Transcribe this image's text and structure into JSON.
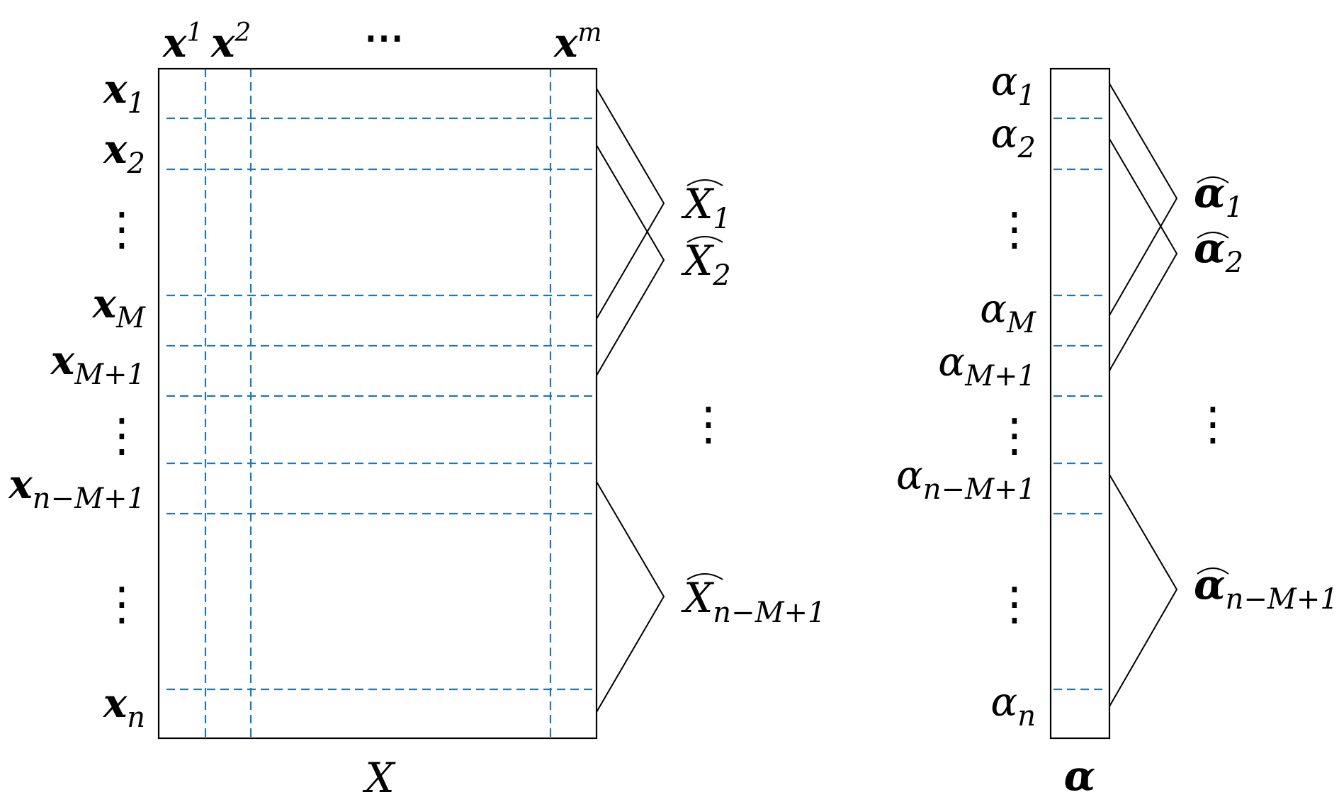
{
  "matrix": {
    "caption": "X",
    "row_symbol": "x",
    "col_labels": [
      {
        "base": "x",
        "sup": "1"
      },
      {
        "base": "x",
        "sup": "2"
      },
      {
        "base": "⋯",
        "sup": ""
      },
      {
        "base": "x",
        "sup": "m"
      }
    ],
    "row_labels": [
      {
        "sub": "1"
      },
      {
        "sub": "2"
      },
      {
        "vdots": "⋮"
      },
      {
        "sub": "M"
      },
      {
        "sub": "M+1"
      },
      {
        "vdots": "⋮"
      },
      {
        "sub": "n−M+1"
      },
      {
        "vdots": "⋮"
      },
      {
        "sub": "n"
      }
    ],
    "windows": [
      {
        "base": "X",
        "sub": "1"
      },
      {
        "base": "X",
        "sub": "2"
      },
      {
        "vdots": "⋮"
      },
      {
        "base": "X",
        "sub": "n−M+1"
      }
    ]
  },
  "vector": {
    "caption": "α",
    "row_symbol": "α",
    "row_labels": [
      {
        "sub": "1"
      },
      {
        "sub": "2"
      },
      {
        "vdots": "⋮"
      },
      {
        "sub": "M"
      },
      {
        "sub": "M+1"
      },
      {
        "vdots": "⋮"
      },
      {
        "sub": "n−M+1"
      },
      {
        "vdots": "⋮"
      },
      {
        "sub": "n"
      }
    ],
    "windows": [
      {
        "base": "α",
        "sub": "1"
      },
      {
        "base": "α",
        "sub": "2"
      },
      {
        "vdots": "⋮"
      },
      {
        "base": "α",
        "sub": "n−M+1"
      }
    ]
  },
  "colors": {
    "grid": "#1f77b4",
    "frame": "#000000"
  }
}
